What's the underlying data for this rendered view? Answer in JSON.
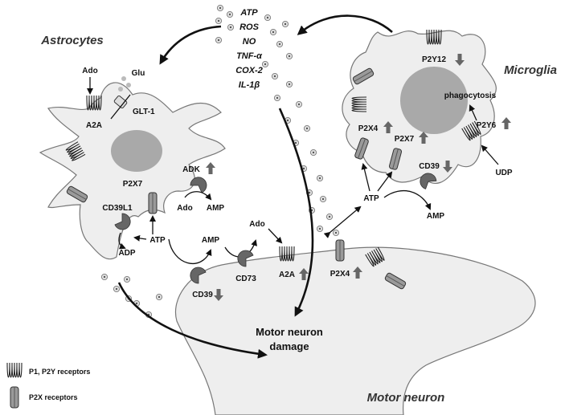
{
  "titles": {
    "astrocytes": "Astrocytes",
    "microglia": "Microglia",
    "motor_neuron": "Motor neuron"
  },
  "mediators": [
    "ATP",
    "ROS",
    "NO",
    "TNF-α",
    "COX-2",
    "IL-1β"
  ],
  "astrocyte": {
    "ado": "Ado",
    "glu": "Glu",
    "glt1": "GLT-1",
    "a2a": "A2A",
    "p2x7": "P2X7",
    "adk": "ADK",
    "ado2": "Ado",
    "amp": "AMP",
    "cd39l1": "CD39L1",
    "adp": "ADP",
    "atp": "ATP"
  },
  "synapse": {
    "amp": "AMP",
    "ado": "Ado",
    "cd39": "CD39",
    "cd73": "CD73",
    "a2a": "A2A",
    "p2x4": "P2X4"
  },
  "microglia": {
    "p2y12": "P2Y12",
    "phagocytosis": "phagocytosis",
    "p2x4": "P2X4",
    "p2x7": "P2X7",
    "p2y6": "P2Y6",
    "cd39": "CD39",
    "atp": "ATP",
    "amp": "AMP",
    "udp": "UDP"
  },
  "damage": {
    "line1": "Motor neuron",
    "line2": "damage"
  },
  "legend": {
    "p1p2y": "P1, P2Y receptors",
    "p2x": "P2X receptors"
  },
  "colors": {
    "cell_fill": "#eeeeee",
    "nucleus": "#a9a9a9",
    "regulation_arrow": "#666666"
  }
}
